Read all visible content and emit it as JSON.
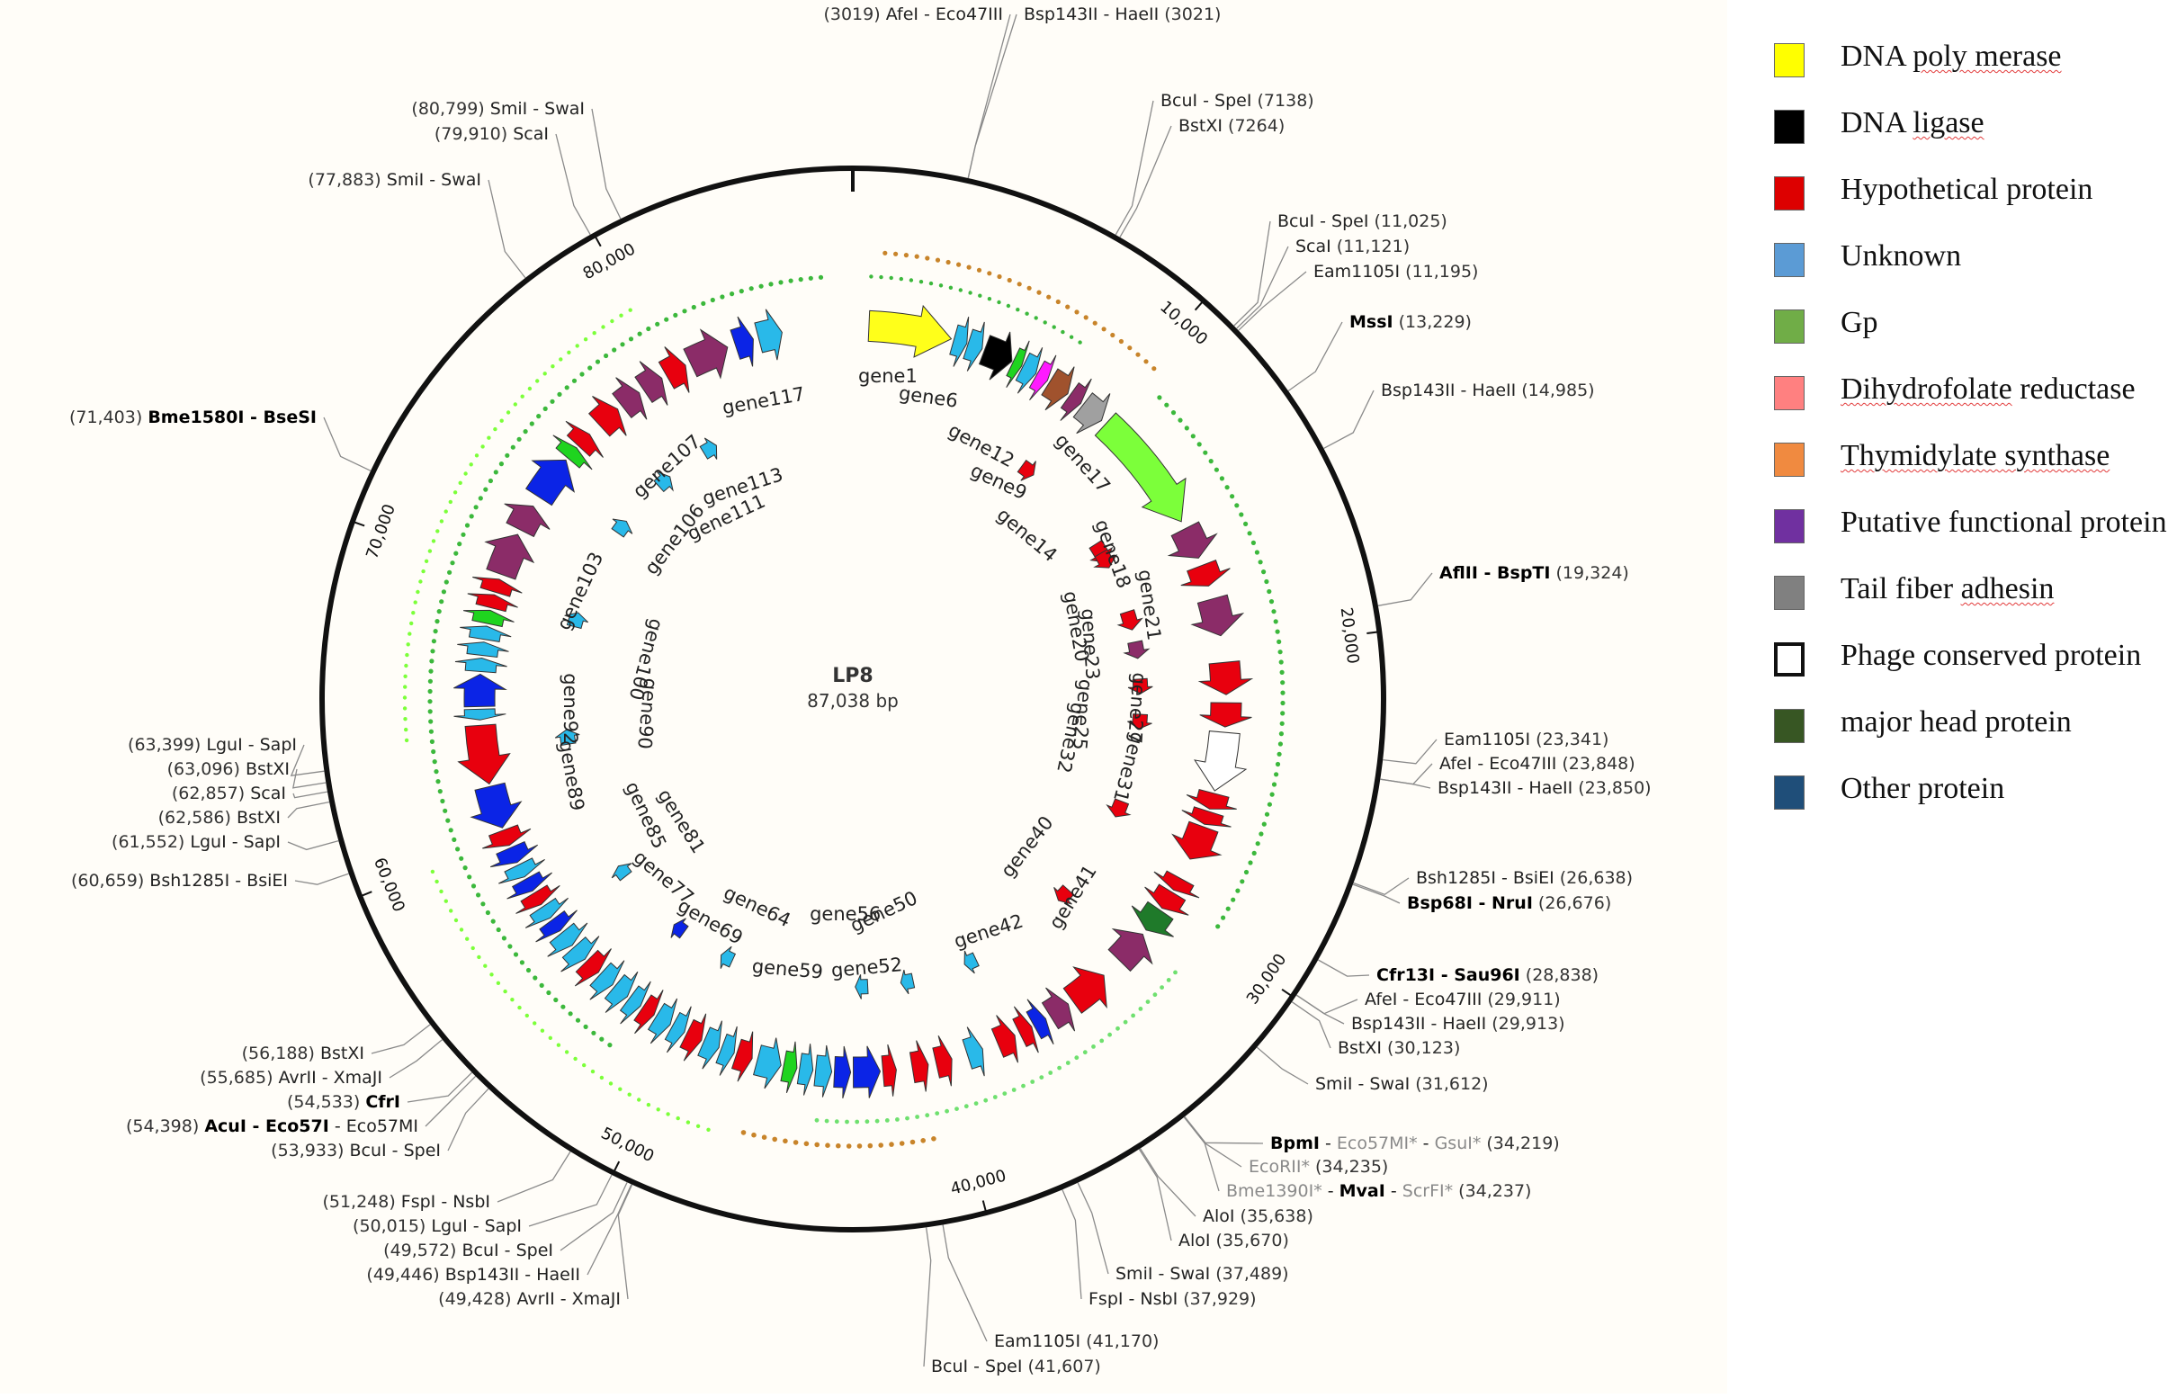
{
  "map": {
    "name": "LP8",
    "length": "87,038 bp",
    "total_bp": 87038,
    "scale_ticks": [
      {
        "bp": 10000,
        "label": "10,000"
      },
      {
        "bp": 20000,
        "label": "20,000"
      },
      {
        "bp": 30000,
        "label": "30,000"
      },
      {
        "bp": 40000,
        "label": "40,000"
      },
      {
        "bp": 50000,
        "label": "50,000"
      },
      {
        "bp": 60000,
        "label": "60,000"
      },
      {
        "bp": 70000,
        "label": "70,000"
      },
      {
        "bp": 80000,
        "label": "80,000"
      }
    ],
    "gene_labels": [
      "gene1",
      "gene6",
      "gene9",
      "gene12",
      "gene14",
      "gene17",
      "gene18",
      "gene20",
      "gene21",
      "gene23",
      "gene25",
      "gene27",
      "gene31",
      "gene32",
      "gene40",
      "gene41",
      "gene42",
      "gene50",
      "gene52",
      "gene56",
      "gene59",
      "gene64",
      "gene69",
      "gene77",
      "gene81",
      "gene85",
      "gene89",
      "gene90",
      "gene92",
      "gene100",
      "gene103",
      "gene106",
      "gene107",
      "gene111",
      "gene113",
      "gene117"
    ],
    "sites": [
      {
        "pos": "(3019)",
        "parts": [
          {
            "t": "AfeI - Eco47III"
          }
        ],
        "side": "left"
      },
      {
        "pos": "(3021)",
        "parts": [
          {
            "t": "Bsp143II - HaeII"
          }
        ],
        "side": "right"
      },
      {
        "pos": "(7138)",
        "parts": [
          {
            "t": "BcuI - SpeI"
          }
        ],
        "side": "right"
      },
      {
        "pos": "(7264)",
        "parts": [
          {
            "t": "BstXI"
          }
        ],
        "side": "right"
      },
      {
        "pos": "(11,025)",
        "parts": [
          {
            "t": "BcuI - SpeI"
          }
        ],
        "side": "right"
      },
      {
        "pos": "(11,121)",
        "parts": [
          {
            "t": "ScaI"
          }
        ],
        "side": "right"
      },
      {
        "pos": "(11,195)",
        "parts": [
          {
            "t": "Eam1105I"
          }
        ],
        "side": "right"
      },
      {
        "pos": "(13,229)",
        "parts": [
          {
            "t": "MssI",
            "s": "bold"
          }
        ],
        "side": "right"
      },
      {
        "pos": "(14,985)",
        "parts": [
          {
            "t": "Bsp143II - HaeII"
          }
        ],
        "side": "right"
      },
      {
        "pos": "(19,324)",
        "parts": [
          {
            "t": "AflII - BspTI",
            "s": "bold"
          }
        ],
        "side": "right"
      },
      {
        "pos": "(23,341)",
        "parts": [
          {
            "t": "Eam1105I"
          }
        ],
        "side": "right"
      },
      {
        "pos": "(23,848)",
        "parts": [
          {
            "t": "AfeI - Eco47III"
          }
        ],
        "side": "right"
      },
      {
        "pos": "(23,850)",
        "parts": [
          {
            "t": "Bsp143II - HaeII"
          }
        ],
        "side": "right"
      },
      {
        "pos": "(26,638)",
        "parts": [
          {
            "t": "Bsh1285I - BsiEI"
          }
        ],
        "side": "right"
      },
      {
        "pos": "(26,676)",
        "parts": [
          {
            "t": "Bsp68I - NruI",
            "s": "bold"
          }
        ],
        "side": "right"
      },
      {
        "pos": "(28,838)",
        "parts": [
          {
            "t": "Cfr13I - Sau96I",
            "s": "bold"
          }
        ],
        "side": "right"
      },
      {
        "pos": "(29,911)",
        "parts": [
          {
            "t": "AfeI - Eco47III"
          }
        ],
        "side": "right"
      },
      {
        "pos": "(29,913)",
        "parts": [
          {
            "t": "Bsp143II - HaeII"
          }
        ],
        "side": "right"
      },
      {
        "pos": "(30,123)",
        "parts": [
          {
            "t": "BstXI"
          }
        ],
        "side": "right"
      },
      {
        "pos": "(31,612)",
        "parts": [
          {
            "t": "SmiI - SwaI"
          }
        ],
        "side": "right"
      },
      {
        "pos": "(34,219)",
        "parts": [
          {
            "t": "BpmI",
            "s": "bold"
          },
          {
            "t": " - "
          },
          {
            "t": "Eco57MI*",
            "s": "grey"
          },
          {
            "t": " - "
          },
          {
            "t": "GsuI*",
            "s": "grey"
          }
        ],
        "side": "right"
      },
      {
        "pos": "(34,235)",
        "parts": [
          {
            "t": "EcoRII*",
            "s": "grey"
          }
        ],
        "side": "right"
      },
      {
        "pos": "(34,237)",
        "parts": [
          {
            "t": "Bme1390I*",
            "s": "grey"
          },
          {
            "t": " - "
          },
          {
            "t": "MvaI",
            "s": "bold"
          },
          {
            "t": " - "
          },
          {
            "t": "ScrFI*",
            "s": "grey"
          }
        ],
        "side": "right"
      },
      {
        "pos": "(35,638)",
        "parts": [
          {
            "t": "AloI"
          }
        ],
        "side": "right"
      },
      {
        "pos": "(35,670)",
        "parts": [
          {
            "t": "AloI"
          }
        ],
        "side": "right"
      },
      {
        "pos": "(37,489)",
        "parts": [
          {
            "t": "SmiI - SwaI"
          }
        ],
        "side": "right"
      },
      {
        "pos": "(37,929)",
        "parts": [
          {
            "t": "FspI - NsbI"
          }
        ],
        "side": "right"
      },
      {
        "pos": "(41,170)",
        "parts": [
          {
            "t": "Eam1105I"
          }
        ],
        "side": "right"
      },
      {
        "pos": "(41,607)",
        "parts": [
          {
            "t": "BcuI - SpeI"
          }
        ],
        "side": "right"
      },
      {
        "pos": "(49,428)",
        "parts": [
          {
            "t": "AvrII - XmaJI"
          }
        ],
        "side": "left"
      },
      {
        "pos": "(49,446)",
        "parts": [
          {
            "t": "Bsp143II - HaeII"
          }
        ],
        "side": "left"
      },
      {
        "pos": "(49,572)",
        "parts": [
          {
            "t": "BcuI - SpeI"
          }
        ],
        "side": "left"
      },
      {
        "pos": "(50,015)",
        "parts": [
          {
            "t": "LguI - SapI"
          }
        ],
        "side": "left"
      },
      {
        "pos": "(51,248)",
        "parts": [
          {
            "t": "FspI - NsbI"
          }
        ],
        "side": "left"
      },
      {
        "pos": "(53,933)",
        "parts": [
          {
            "t": "BcuI - SpeI"
          }
        ],
        "side": "left"
      },
      {
        "pos": "(54,398)",
        "parts": [
          {
            "t": "AcuI - Eco57I",
            "s": "bold"
          },
          {
            "t": " - Eco57MI"
          }
        ],
        "side": "left"
      },
      {
        "pos": "(54,533)",
        "parts": [
          {
            "t": "CfrI",
            "s": "bold"
          }
        ],
        "side": "left"
      },
      {
        "pos": "(55,685)",
        "parts": [
          {
            "t": "AvrII - XmaJI"
          }
        ],
        "side": "left"
      },
      {
        "pos": "(56,188)",
        "parts": [
          {
            "t": "BstXI"
          }
        ],
        "side": "left"
      },
      {
        "pos": "(60,659)",
        "parts": [
          {
            "t": "Bsh1285I - BsiEI"
          }
        ],
        "side": "left"
      },
      {
        "pos": "(61,552)",
        "parts": [
          {
            "t": "LguI - SapI"
          }
        ],
        "side": "left"
      },
      {
        "pos": "(62,586)",
        "parts": [
          {
            "t": "BstXI"
          }
        ],
        "side": "left"
      },
      {
        "pos": "(62,857)",
        "parts": [
          {
            "t": "ScaI"
          }
        ],
        "side": "left"
      },
      {
        "pos": "(63,096)",
        "parts": [
          {
            "t": "BstXI"
          }
        ],
        "side": "left"
      },
      {
        "pos": "(63,399)",
        "parts": [
          {
            "t": "LguI - SapI"
          }
        ],
        "side": "left"
      },
      {
        "pos": "(71,403)",
        "parts": [
          {
            "t": "Bme1580I - BseSI",
            "s": "bold"
          }
        ],
        "side": "left"
      },
      {
        "pos": "(77,883)",
        "parts": [
          {
            "t": "SmiI - SwaI"
          }
        ],
        "side": "left"
      },
      {
        "pos": "(79,910)",
        "parts": [
          {
            "t": "ScaI"
          }
        ],
        "side": "left"
      },
      {
        "pos": "(80,799)",
        "parts": [
          {
            "t": "SmiI - SwaI"
          }
        ],
        "side": "left"
      }
    ]
  },
  "legend": {
    "items": [
      {
        "label": "DNA poly merase",
        "color": "#ffff00",
        "squiggle": "poly merase"
      },
      {
        "label": "DNA ligase",
        "color": "#000000",
        "squiggle": "ligase"
      },
      {
        "label": "Hypothetical protein",
        "color": "#dd0000",
        "squiggle": ""
      },
      {
        "label": "Unknown",
        "color": "#5b9bd5",
        "squiggle": ""
      },
      {
        "label": "Gp",
        "color": "#70ad47",
        "squiggle": ""
      },
      {
        "label": "Dihydrofolate reductase",
        "color": "#ff8080",
        "squiggle": "Dihydrofolate"
      },
      {
        "label": "Thymidylate synthase",
        "color": "#f08a40",
        "squiggle": "Thymidylate synthase"
      },
      {
        "label": "Putative functional protein",
        "color": "#7030a0",
        "squiggle": ""
      },
      {
        "label": "Tail fiber adhesin",
        "color": "#808080",
        "squiggle": "adhesin"
      },
      {
        "label": "Phage conserved protein",
        "color": "#ffffff",
        "squiggle": ""
      },
      {
        "label": "major head protein",
        "color": "#375623",
        "squiggle": ""
      },
      {
        "label": "Other protein",
        "color": "#1f4e79",
        "squiggle": ""
      }
    ]
  }
}
